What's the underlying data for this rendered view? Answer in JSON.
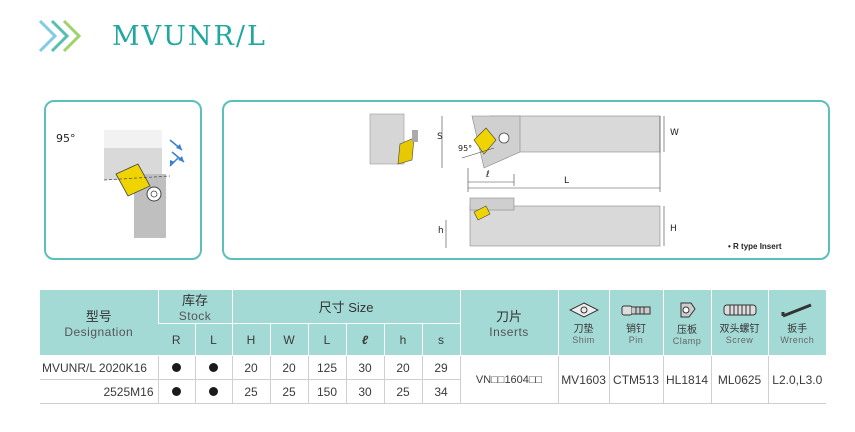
{
  "header": {
    "title": "MVUNR/L",
    "accent": "#1fa7a0",
    "icon": "double-chevron-right-icon"
  },
  "left_figure": {
    "angle_label": "95°"
  },
  "right_figure": {
    "labels": {
      "s": "S",
      "w": "W",
      "angle": "95°",
      "l_small": "ℓ",
      "l_big": "L",
      "h_small": "h",
      "h_big": "H"
    },
    "note": "• R type Insert"
  },
  "table": {
    "header_color": "#a4dad6",
    "designation": {
      "cn": "型号",
      "en": "Designation"
    },
    "stock": {
      "cn": "库存",
      "en": "Stock",
      "cols": [
        "R",
        "L"
      ]
    },
    "size": {
      "label": "尺寸 Size",
      "cols": [
        "H",
        "W",
        "L",
        "ℓ",
        "h",
        "s"
      ]
    },
    "inserts": {
      "cn": "刀片",
      "en": "Inserts"
    },
    "accessories": [
      {
        "cn": "刀垫",
        "en": "Shim",
        "icon": "shim-icon"
      },
      {
        "cn": "销钉",
        "en": "Pin",
        "icon": "pin-icon"
      },
      {
        "cn": "压板",
        "en": "Clamp",
        "icon": "clamp-icon"
      },
      {
        "cn": "双头螺钉",
        "en": "Screw",
        "icon": "screw-icon"
      },
      {
        "cn": "扳手",
        "en": "Wrench",
        "icon": "wrench-icon"
      }
    ],
    "rows": [
      {
        "designation": "MVUNR/L 2020K16",
        "H": "20",
        "W": "20",
        "L": "125",
        "l": "30",
        "h": "20",
        "s": "29"
      },
      {
        "designation": "2525M16",
        "H": "25",
        "W": "25",
        "L": "150",
        "l": "30",
        "h": "25",
        "s": "34"
      }
    ],
    "shared": {
      "insert": "VN□□1604□□",
      "shim": "MV1603",
      "pin": "CTM513",
      "clamp": "HL1814",
      "screw": "ML0625",
      "wrench": "L2.0,L3.0"
    }
  }
}
